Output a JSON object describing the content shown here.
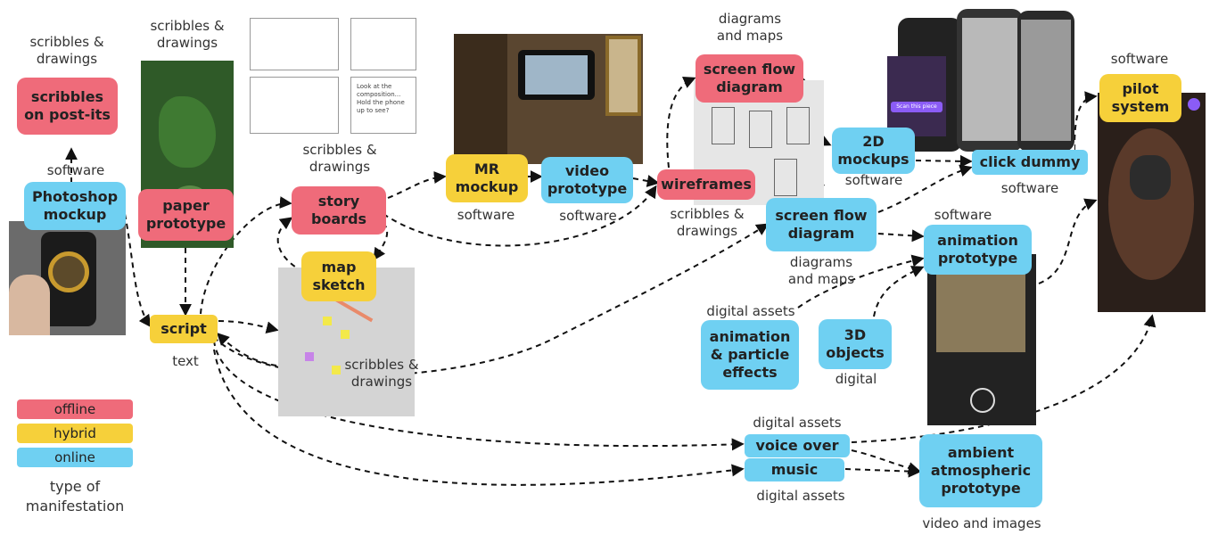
{
  "legend": {
    "items": [
      {
        "label": "offline",
        "color": "#ef6b7a"
      },
      {
        "label": "hybrid",
        "color": "#f6d03a"
      },
      {
        "label": "online",
        "color": "#6fd0f2"
      }
    ],
    "caption": "type of\nmanifestation"
  },
  "nodes": {
    "scribbles_postits": "scribbles\non post-its",
    "photoshop_mockup": "Photoshop\nmockup",
    "paper_prototype": "paper\nprototype",
    "script": "script",
    "story_boards": "story\nboards",
    "map_sketch": "map\nsketch",
    "mr_mockup": "MR\nmockup",
    "video_prototype": "video\nprototype",
    "wireframes": "wireframes",
    "screen_flow_1": "screen flow\ndiagram",
    "screen_flow_2": "screen flow\ndiagram",
    "mockups_2d": "2D\nmockups",
    "click_dummy": "click dummy",
    "pilot_system": "pilot\nsystem",
    "animation_prototype": "animation\nprototype",
    "animation_particle": "animation\n& particle\neffects",
    "objects_3d": "3D\nobjects",
    "voice_over": "voice over",
    "music": "music",
    "ambient": "ambient\natmospheric\nprototype"
  },
  "captions": {
    "c_scribbles1": "scribbles &\ndrawings",
    "c_software_ps": "software",
    "c_scribbles_paper": "scribbles &\ndrawings",
    "c_text": "text",
    "c_scribbles_story": "scribbles &\ndrawings",
    "c_scribbles_map": "scribbles &\ndrawings",
    "c_software_mr": "software",
    "c_software_video": "software",
    "c_diagrams_top": "diagrams\nand maps",
    "c_scribbles_wire": "scribbles &\ndrawings",
    "c_software_2d": "software",
    "c_software_click": "software",
    "c_software_pilot": "software",
    "c_software_anim": "software",
    "c_diagrams_mid": "diagrams\nand maps",
    "c_digital_assets_anim": "digital assets",
    "c_digital_3d": "digital",
    "c_digital_assets_voice": "digital assets",
    "c_digital_assets_music": "digital assets",
    "c_video_images": "video and images"
  },
  "images": {
    "storyboard_bubble": "Look at the\ncomposition...\nHold the phone\nup to see?",
    "phone_button": "Scan this piece"
  }
}
